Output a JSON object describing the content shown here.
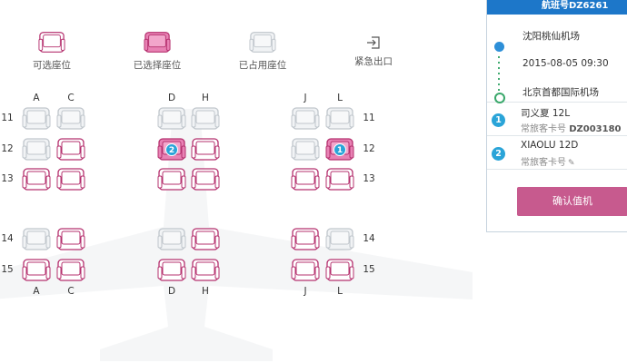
{
  "legend": [
    {
      "label": "可选座位",
      "state": "available",
      "icon": "seat-icon"
    },
    {
      "label": "已选择座位",
      "state": "selected",
      "icon": "seat-icon"
    },
    {
      "label": "已占用座位",
      "state": "occupied",
      "icon": "seat-icon"
    },
    {
      "label": "紧急出口",
      "state": "exit",
      "icon": "exit-icon"
    }
  ],
  "seatmap": {
    "columns_top": [
      "A",
      "C",
      "D",
      "H",
      "J",
      "L"
    ],
    "columns_bottom": [
      "A",
      "C",
      "D",
      "H",
      "J",
      "L"
    ],
    "rows_left": [
      "11",
      "12",
      "13",
      "14",
      "15"
    ],
    "rows_right": [
      "11",
      "12",
      "13",
      "14",
      "15"
    ],
    "seats": [
      {
        "row": "11",
        "col": "A",
        "state": "occupied"
      },
      {
        "row": "11",
        "col": "C",
        "state": "occupied"
      },
      {
        "row": "11",
        "col": "D",
        "state": "occupied"
      },
      {
        "row": "11",
        "col": "H",
        "state": "occupied"
      },
      {
        "row": "11",
        "col": "J",
        "state": "occupied"
      },
      {
        "row": "11",
        "col": "L",
        "state": "occupied"
      },
      {
        "row": "12",
        "col": "A",
        "state": "occupied"
      },
      {
        "row": "12",
        "col": "C",
        "state": "available"
      },
      {
        "row": "12",
        "col": "D",
        "state": "selected",
        "badge": "2"
      },
      {
        "row": "12",
        "col": "H",
        "state": "available"
      },
      {
        "row": "12",
        "col": "J",
        "state": "occupied"
      },
      {
        "row": "12",
        "col": "L",
        "state": "selected",
        "badge": "1"
      },
      {
        "row": "13",
        "col": "A",
        "state": "available"
      },
      {
        "row": "13",
        "col": "C",
        "state": "available"
      },
      {
        "row": "13",
        "col": "D",
        "state": "available"
      },
      {
        "row": "13",
        "col": "H",
        "state": "available"
      },
      {
        "row": "13",
        "col": "J",
        "state": "available"
      },
      {
        "row": "13",
        "col": "L",
        "state": "available"
      },
      {
        "row": "14",
        "col": "A",
        "state": "occupied"
      },
      {
        "row": "14",
        "col": "C",
        "state": "available"
      },
      {
        "row": "14",
        "col": "D",
        "state": "occupied"
      },
      {
        "row": "14",
        "col": "H",
        "state": "available"
      },
      {
        "row": "14",
        "col": "J",
        "state": "available"
      },
      {
        "row": "14",
        "col": "L",
        "state": "occupied"
      },
      {
        "row": "15",
        "col": "A",
        "state": "available"
      },
      {
        "row": "15",
        "col": "C",
        "state": "available"
      },
      {
        "row": "15",
        "col": "D",
        "state": "available"
      },
      {
        "row": "15",
        "col": "H",
        "state": "available"
      },
      {
        "row": "15",
        "col": "J",
        "state": "available"
      },
      {
        "row": "15",
        "col": "L",
        "state": "available"
      }
    ]
  },
  "panel": {
    "flight_label": "航班号DZ6261",
    "departure": "沈阳桃仙机场",
    "datetime": "2015-08-05 09:30",
    "arrival": "北京首都国际机场",
    "passengers": [
      {
        "num": "1",
        "name": "司义夏 12L",
        "ff_label": "常旅客卡号",
        "ff_value": "DZ003180"
      },
      {
        "num": "2",
        "name": "XIAOLU 12D",
        "ff_label": "常旅客卡号",
        "ff_value": ""
      }
    ],
    "confirm_label": "确认值机"
  },
  "colors": {
    "accent": "#c75a8e",
    "selected_fill": "#e882b4",
    "occupied_stroke": "#c0c6cc",
    "available_stroke": "#b5306e",
    "header": "#1d77c9",
    "badge": "#2aa4d8"
  }
}
